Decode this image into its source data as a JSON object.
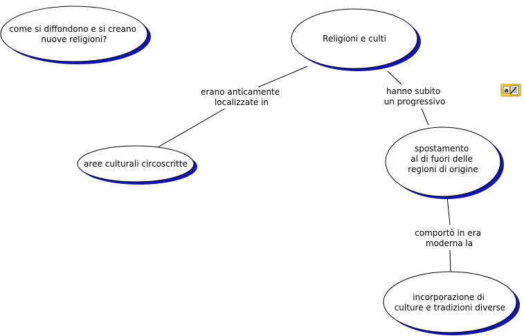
{
  "colors": {
    "node_fill": "#ffffff",
    "node_stroke": "#000000",
    "node_shadow": "#1414a8",
    "link_stroke": "#000000",
    "icon_fill": "#ffd84a",
    "icon_stroke": "#b08400"
  },
  "diagram": {
    "nodes": [
      {
        "id": "n1",
        "lines": [
          "come si diffondono e si creano",
          "nuove religioni?"
        ]
      },
      {
        "id": "n2",
        "lines": [
          "Religioni e culti"
        ]
      },
      {
        "id": "n3",
        "lines": [
          "aree culturali circoscritte"
        ]
      },
      {
        "id": "n4",
        "lines": [
          "spostamento",
          "al di fuori delle",
          "regioni di origine"
        ]
      },
      {
        "id": "n5",
        "lines": [
          "incorporazione di",
          "culture e tradizioni diverse"
        ]
      }
    ],
    "links": [
      {
        "id": "l1",
        "from": "n2",
        "to": "n3",
        "lines": [
          "erano anticamente",
          "localizzate in"
        ]
      },
      {
        "id": "l2",
        "from": "n2",
        "to": "n4",
        "lines": [
          "hanno subito",
          "un progressivo"
        ]
      },
      {
        "id": "l3",
        "from": "n4",
        "to": "n5",
        "lines": [
          "comportò in era",
          "moderna la"
        ]
      }
    ],
    "icon": "annotation-icon"
  }
}
